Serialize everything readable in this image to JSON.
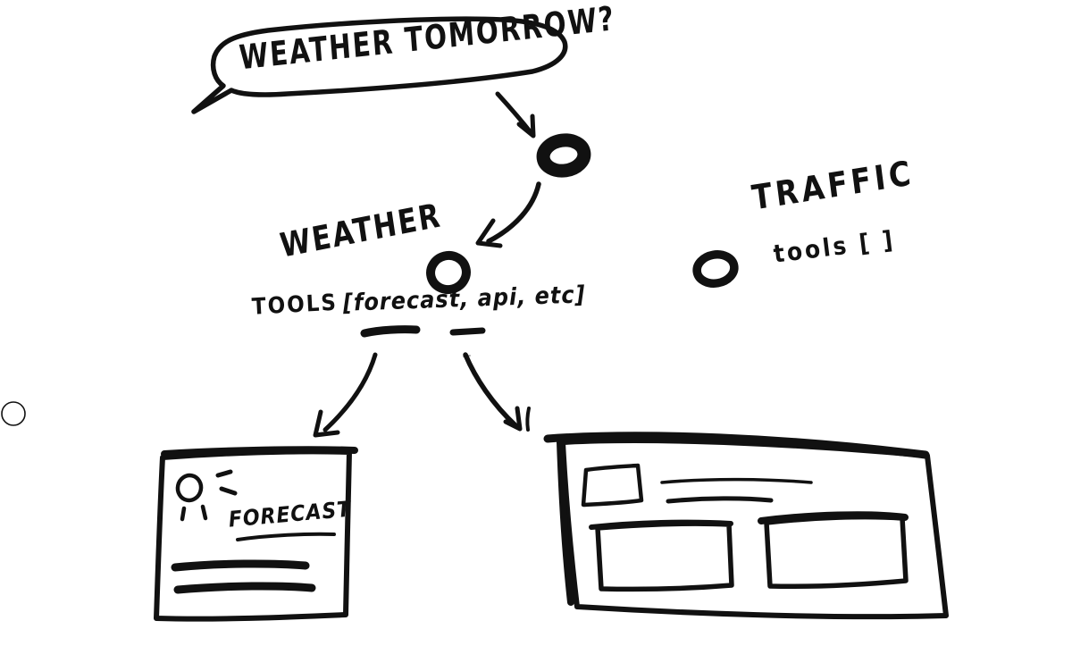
{
  "canvas": {
    "background": "#ffffff",
    "ink": "#111111"
  },
  "bubble": {
    "text": "WEATHER TOMORROW?"
  },
  "weather_agent": {
    "title": "WEATHER",
    "tools_label": "TOOLS",
    "tools_list": "[forecast, api, etc]"
  },
  "traffic_agent": {
    "title": "TRAFFIC",
    "tools_list": "tools [ ]"
  },
  "forecast_card": {
    "title": "FORECAST"
  },
  "icons": {
    "forecast_weather": "sun-icon",
    "pointer": "circle-cursor-icon"
  }
}
